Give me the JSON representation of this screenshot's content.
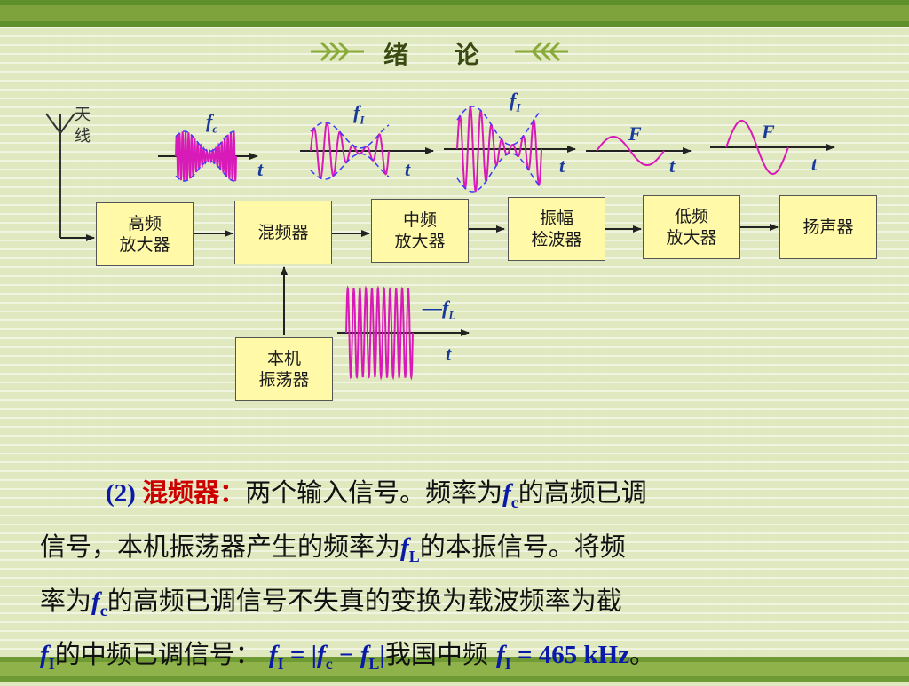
{
  "header": {
    "title_left": "绪",
    "title_right": "论"
  },
  "antenna_label": "天\n线",
  "blocks": {
    "rf_amp": "高频\n放大器",
    "mixer": "混频器",
    "if_amp": "中频\n放大器",
    "detector": "振幅\n检波器",
    "af_amp": "低频\n放大器",
    "speaker": "扬声器",
    "local_osc": "本机\n振荡器"
  },
  "signal_labels": {
    "fc": {
      "main": "f",
      "sub": "c"
    },
    "fi1": {
      "main": "f",
      "sub": "I"
    },
    "fi2": {
      "main": "f",
      "sub": "I"
    },
    "f1": {
      "main": "F",
      "sub": ""
    },
    "f2": {
      "main": "F",
      "sub": ""
    },
    "fl": {
      "main": "—f",
      "sub": "L"
    },
    "t": "t"
  },
  "paragraph": {
    "label_num": "(2) ",
    "label_name": "混频器：",
    "l1_text": "两个输入信号。频率为",
    "l1_text2": "的高频已调",
    "l2_text": "信号，本机振荡器产生的频率为",
    "l2_text2": "的本振信号。将频",
    "l3_text": "率为",
    "l3_text2": "的高频已调信号不失真的变换为载波频率为截",
    "l4_text": "的中频已调信号：",
    "l4_text2": "我国中频",
    "eq_value": "465 kHz",
    "period": "。",
    "f": "f",
    "sub_c": "c",
    "sub_L": "L",
    "sub_I": "I"
  },
  "colors": {
    "wave": "#d81ab8",
    "envelope": "#3a3aff",
    "box": "#fff9a8",
    "accent": "#0a1aa8",
    "label_red": "#cc0000"
  }
}
